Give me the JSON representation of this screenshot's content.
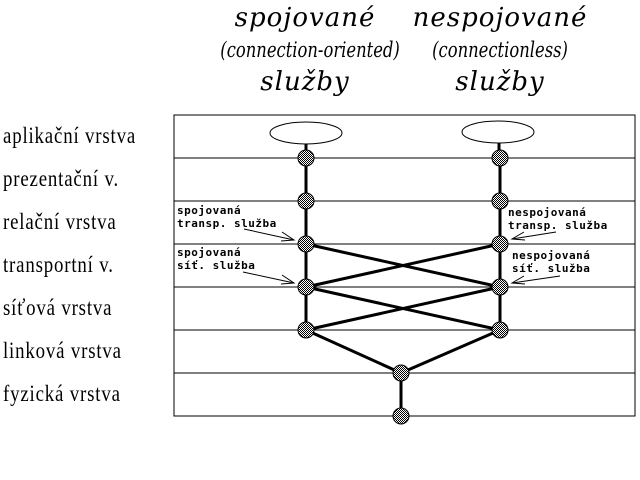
{
  "headings": {
    "connection_oriented": {
      "line1": "spojované",
      "line2": "(connection-oriented)",
      "line3": "služby"
    },
    "connectionless": {
      "line1": "nespojované",
      "line2": "(connectionless)",
      "line3": "služby"
    }
  },
  "layers": [
    {
      "label": "aplikační vrstva"
    },
    {
      "label": "prezentační v."
    },
    {
      "label": "relační vrstva"
    },
    {
      "label": "transportní v."
    },
    {
      "label": "síťová vrstva"
    },
    {
      "label": "linková vrstva"
    },
    {
      "label": "fyzická vrstva"
    }
  ],
  "annotations": {
    "left_transport": {
      "line1": "spojovaná",
      "line2": "transp. služba"
    },
    "left_network": {
      "line1": "spojovaná",
      "line2": "síť. služba"
    },
    "right_transport": {
      "line1": "nespojovaná",
      "line2": "transp. služba"
    },
    "right_network": {
      "line1": "nespojovaná",
      "line2": "síť. služba"
    }
  },
  "graph": {
    "columns": [
      "connection-oriented",
      "connectionless"
    ],
    "nodes": [
      {
        "id": "L-app",
        "column": "connection-oriented",
        "boundary": "application/presentation"
      },
      {
        "id": "L-pres",
        "column": "connection-oriented",
        "boundary": "presentation/session"
      },
      {
        "id": "L-sess",
        "column": "connection-oriented",
        "boundary": "session/transport"
      },
      {
        "id": "L-trans",
        "column": "connection-oriented",
        "boundary": "transport/network"
      },
      {
        "id": "L-net",
        "column": "connection-oriented",
        "boundary": "network/link"
      },
      {
        "id": "R-app",
        "column": "connectionless",
        "boundary": "application/presentation"
      },
      {
        "id": "R-pres",
        "column": "connectionless",
        "boundary": "presentation/session"
      },
      {
        "id": "R-sess",
        "column": "connectionless",
        "boundary": "session/transport"
      },
      {
        "id": "R-trans",
        "column": "connectionless",
        "boundary": "transport/network"
      },
      {
        "id": "R-net",
        "column": "connectionless",
        "boundary": "network/link"
      },
      {
        "id": "M-link",
        "column": "shared",
        "boundary": "link/physical"
      },
      {
        "id": "M-phys",
        "column": "shared",
        "boundary": "physical bottom"
      }
    ],
    "edges": [
      [
        "L-app",
        "L-pres"
      ],
      [
        "L-pres",
        "L-sess"
      ],
      [
        "L-sess",
        "L-trans"
      ],
      [
        "L-trans",
        "L-net"
      ],
      [
        "R-app",
        "R-pres"
      ],
      [
        "R-pres",
        "R-sess"
      ],
      [
        "R-sess",
        "R-trans"
      ],
      [
        "R-trans",
        "R-net"
      ],
      [
        "L-sess",
        "R-trans"
      ],
      [
        "R-sess",
        "L-trans"
      ],
      [
        "L-trans",
        "R-net"
      ],
      [
        "R-trans",
        "L-net"
      ],
      [
        "L-net",
        "M-link"
      ],
      [
        "R-net",
        "M-link"
      ],
      [
        "M-link",
        "M-phys"
      ]
    ]
  },
  "colors": {
    "line": "#000000",
    "node_fill": "#d8d8d8",
    "background": "#ffffff"
  }
}
